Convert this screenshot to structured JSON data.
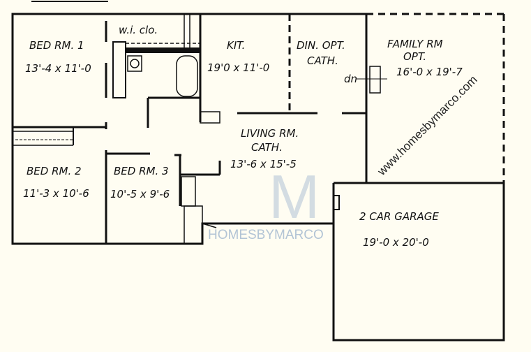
{
  "rooms": {
    "bed1": {
      "name": "BED RM. 1",
      "size": "13'-4 x 11'-0"
    },
    "wic": {
      "name": "w.i. clo."
    },
    "kit": {
      "name": "KIT.",
      "size": "19'0 x 11'-0"
    },
    "din": {
      "name": "DIN. OPT.",
      "note": "CATH."
    },
    "family": {
      "name": "FAMILY RM",
      "note": "OPT.",
      "size": "16'-0 x 19'-7"
    },
    "stair": {
      "label": "dn"
    },
    "living": {
      "name": "LIVING RM.",
      "note": "CATH.",
      "size": "13'-6 x 15'-5"
    },
    "bed2": {
      "name": "BED RM. 2",
      "size": "11'-3 x 10'-6"
    },
    "bed3": {
      "name": "BED RM. 3",
      "size": "10'-5 x 9'-6"
    },
    "garage": {
      "name": "2 CAR GARAGE",
      "size": "19'-0 x 20'-0"
    }
  },
  "watermark": {
    "url": "www.homesbymarco.com",
    "brand": "HOMESBYMARCO",
    "mark": "M"
  },
  "colors": {
    "wall": "#111111",
    "background": "#fffdf2",
    "watermark": "#9fb6cf"
  }
}
